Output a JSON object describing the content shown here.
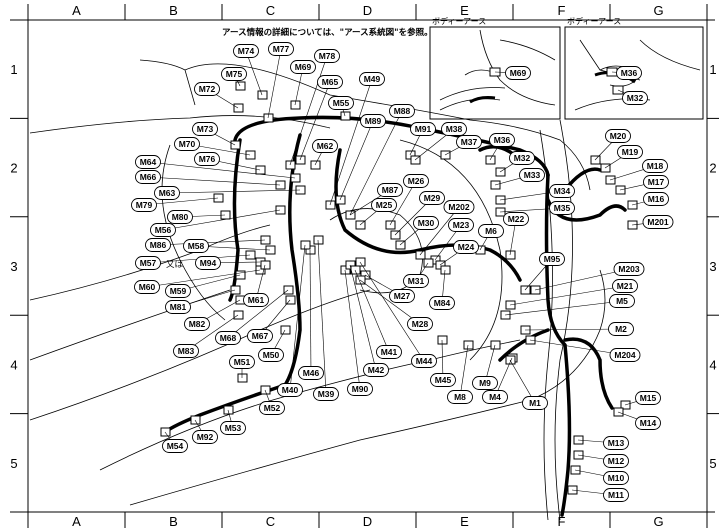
{
  "header_note": "アース情報の詳細については、\"アース系統図\"を参照。",
  "columns": [
    "A",
    "B",
    "C",
    "D",
    "E",
    "F",
    "G"
  ],
  "rows": [
    "1",
    "2",
    "3",
    "4",
    "5"
  ],
  "insets": [
    {
      "title": "ボディーアース",
      "connectors": [
        "M69"
      ]
    },
    {
      "title": "ボディーアース",
      "connectors": [
        "M36",
        "M32"
      ]
    }
  ],
  "or_text": "又は",
  "connectors": [
    "M74",
    "M77",
    "M78",
    "M69",
    "M75",
    "M72",
    "M65",
    "M49",
    "M55",
    "M88",
    "M89",
    "M91",
    "M38",
    "M37",
    "M36",
    "M32",
    "M33",
    "M34",
    "M35",
    "M73",
    "M70",
    "M76",
    "M62",
    "M64",
    "M66",
    "M63",
    "M79",
    "M80",
    "M56",
    "M86",
    "M58",
    "M57",
    "M94",
    "M60",
    "M59",
    "M81",
    "M82",
    "M83",
    "M61",
    "M68",
    "M67",
    "M50",
    "M51",
    "M46",
    "M40",
    "M39",
    "M90",
    "M42",
    "M41",
    "M44",
    "M52",
    "M53",
    "M92",
    "M54",
    "M87",
    "M25",
    "M26",
    "M29",
    "M30",
    "M202",
    "M23",
    "M24",
    "M6",
    "M22",
    "M31",
    "M27",
    "M28",
    "M84",
    "M95",
    "M203",
    "M21",
    "M5",
    "M2",
    "M204",
    "M20",
    "M19",
    "M18",
    "M17",
    "M16",
    "M201",
    "M45",
    "M8",
    "M9",
    "M4",
    "M1",
    "M15",
    "M14",
    "M13",
    "M12",
    "M10",
    "M11"
  ]
}
